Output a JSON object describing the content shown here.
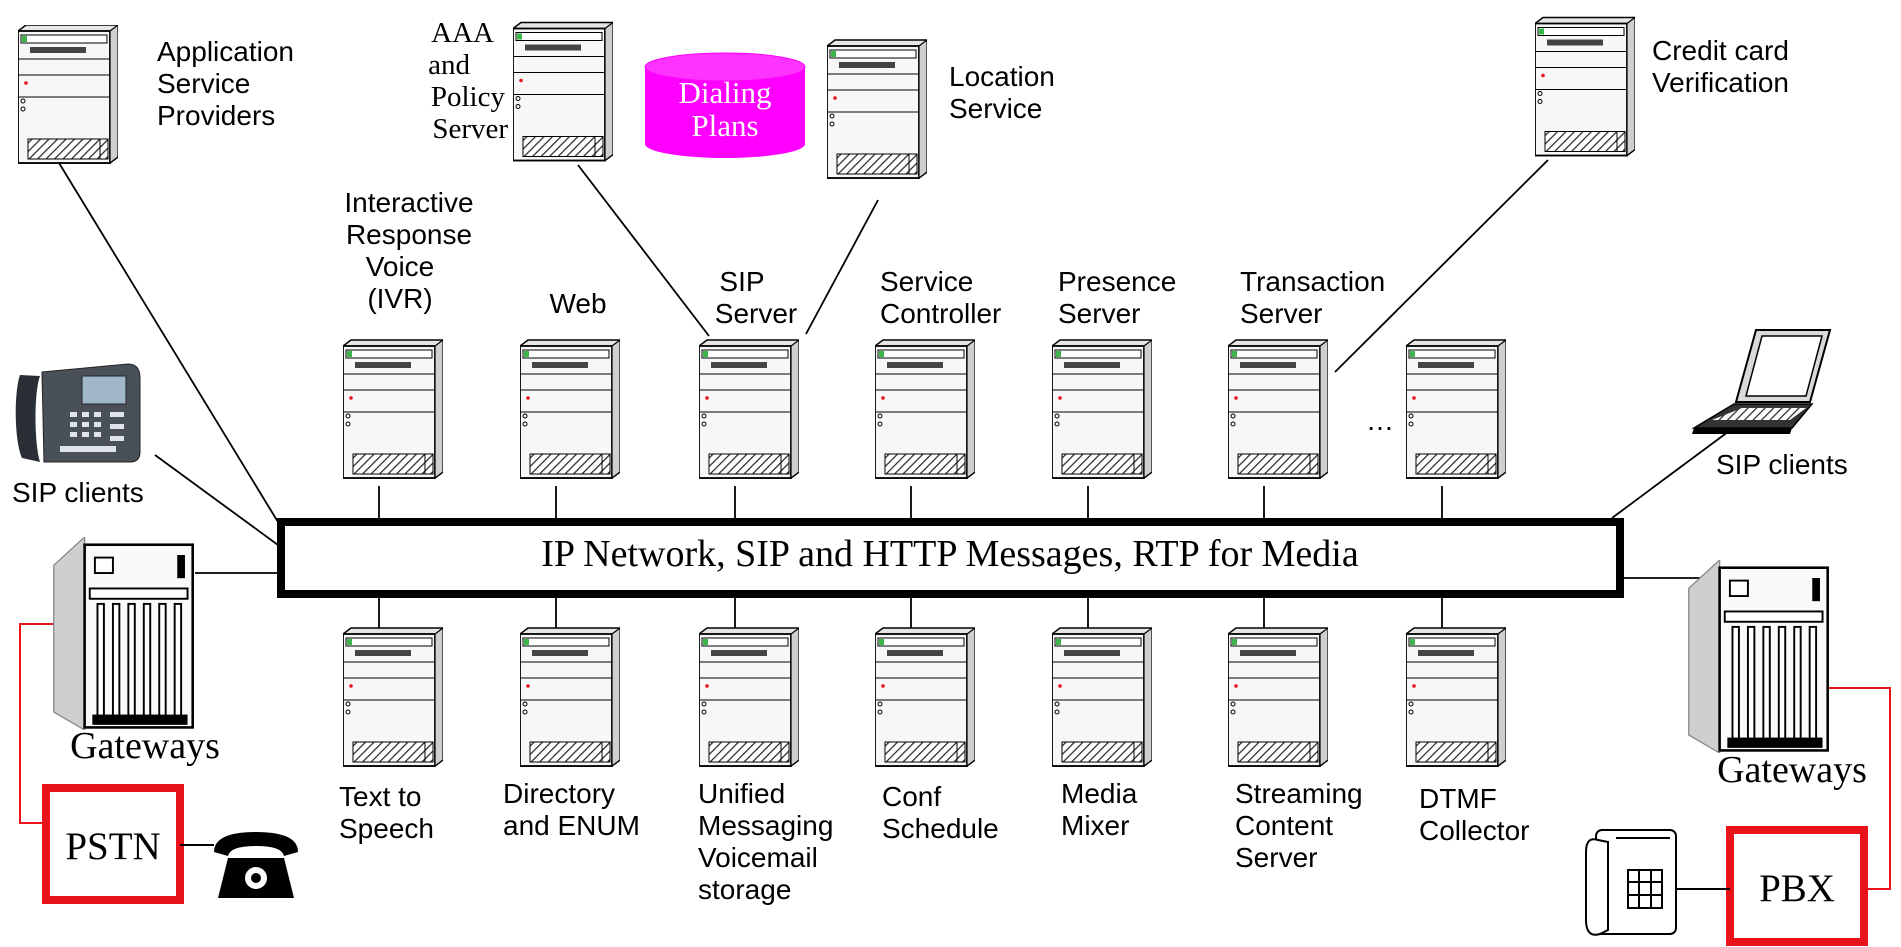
{
  "bus": {
    "label": "IP Network, SIP and HTTP Messages, RTP for Media"
  },
  "backend": {
    "asp": [
      "Application",
      "Service",
      "Providers"
    ],
    "aaa": [
      "AAA",
      "and",
      "Policy",
      "Server"
    ],
    "dialing": [
      "Dialing",
      "Plans"
    ],
    "location": [
      "Location",
      "Service"
    ],
    "credit": [
      "Credit card",
      "Verification"
    ]
  },
  "top_servers": [
    {
      "name": "ivr",
      "label": [
        "Interactive",
        "Response",
        "Voice",
        "(IVR)"
      ]
    },
    {
      "name": "web",
      "label": [
        "Web"
      ]
    },
    {
      "name": "sip-server",
      "label": [
        "SIP",
        "Server"
      ]
    },
    {
      "name": "service-controller",
      "label": [
        "Service",
        "Controller"
      ]
    },
    {
      "name": "presence-server",
      "label": [
        "Presence",
        "Server"
      ]
    },
    {
      "name": "transaction-server",
      "label": [
        "Transaction",
        "Server"
      ]
    },
    {
      "name": "more",
      "label": [
        "…"
      ]
    }
  ],
  "bottom_servers": [
    {
      "name": "text-to-speech",
      "label": [
        "Text to",
        "Speech"
      ]
    },
    {
      "name": "directory-enum",
      "label": [
        "Directory",
        "and ENUM"
      ]
    },
    {
      "name": "unified-messaging",
      "label": [
        "Unified",
        "Messaging",
        "Voicemail",
        "storage"
      ]
    },
    {
      "name": "conf-schedule",
      "label": [
        "Conf",
        "Schedule"
      ]
    },
    {
      "name": "media-mixer",
      "label": [
        "Media",
        "Mixer"
      ]
    },
    {
      "name": "streaming-content",
      "label": [
        "Streaming",
        "Content",
        "Server"
      ]
    },
    {
      "name": "dtmf-collector",
      "label": [
        "DTMF",
        "Collector"
      ]
    }
  ],
  "clients": {
    "left": "SIP clients",
    "right": "SIP clients"
  },
  "gateways": {
    "left": "Gateways",
    "right": "Gateways"
  },
  "pstn": "PSTN",
  "pbx": "PBX",
  "colors": {
    "accent_red": "#e8131b",
    "magenta": "#ff00ff",
    "line": "#000000"
  }
}
